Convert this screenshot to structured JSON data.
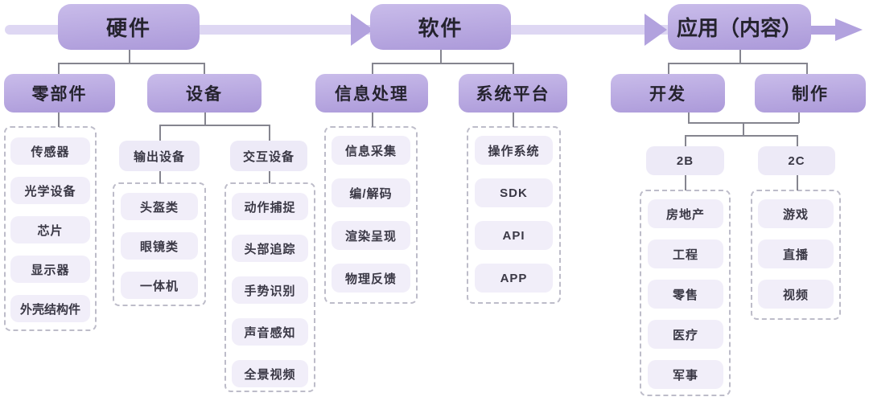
{
  "stages": {
    "hardware": "硬件",
    "software": "软件",
    "application": "应用（内容）"
  },
  "level2": {
    "components": "零部件",
    "devices": "设备",
    "info_processing": "信息处理",
    "system_platform": "系统平台",
    "development": "开发",
    "production": "制作"
  },
  "level3": {
    "output_devices": "输出设备",
    "interactive_devices": "交互设备",
    "b2b": "2B",
    "b2c": "2C"
  },
  "groups": {
    "components": [
      "传感器",
      "光学设备",
      "芯片",
      "显示器",
      "外壳结构件"
    ],
    "output": [
      "头盔类",
      "眼镜类",
      "一体机"
    ],
    "interactive": [
      "动作捕捉",
      "头部追踪",
      "手势识别",
      "声音感知",
      "全景视频"
    ],
    "info": [
      "信息采集",
      "编/解码",
      "渲染呈现",
      "物理反馈"
    ],
    "platform": [
      "操作系统",
      "SDK",
      "API",
      "APP"
    ],
    "b2b": [
      "房地产",
      "工程",
      "零售",
      "医疗",
      "军事"
    ],
    "b2c": [
      "游戏",
      "直播",
      "视频"
    ]
  },
  "colors": {
    "node_gradient_top": "#c9bcea",
    "node_gradient_bottom": "#ab99d9",
    "flow_band": "#ded7f3",
    "flow_arrow": "#b2a2de",
    "light_box": "#edeaf7",
    "item_box": "#f1eef9",
    "connector": "#85858f",
    "dashed_border": "#bdbcc9",
    "node_text": "#25232e"
  }
}
